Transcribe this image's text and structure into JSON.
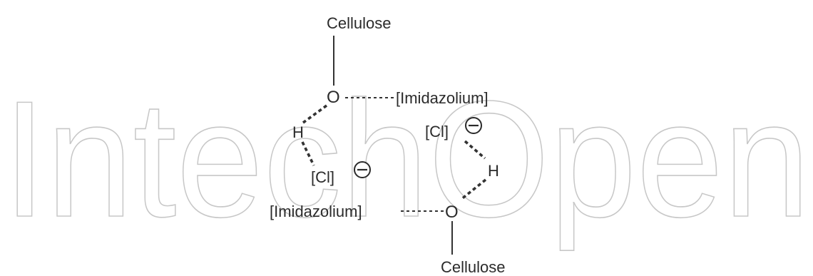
{
  "watermark": {
    "text": "IntechOpen"
  },
  "diagram": {
    "cellulose_top": "Cellulose",
    "cellulose_bottom": "Cellulose",
    "oxygen_top": "O",
    "oxygen_bottom": "O",
    "imidazolium_top": "[Imidazolium]",
    "imidazolium_bottom": "[Imidazolium]",
    "hydrogen_left": "H",
    "hydrogen_right": "H",
    "chloride_left": "[Cl]",
    "chloride_right": "[Cl]"
  }
}
